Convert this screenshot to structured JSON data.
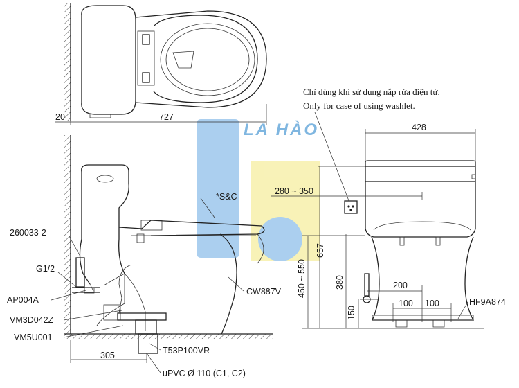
{
  "watermark": "LA HÀO",
  "note_vi": "Chỉ dùng khi sử dụng nắp rửa điện tử.",
  "note_en": "Only for case of using washlet.",
  "dimensions": {
    "wall_gap": "20",
    "length": "727",
    "width": "428",
    "rough_in": "305",
    "hose_range": "280 ~ 350",
    "seat_height": "450 ~ 550",
    "total_height": "657",
    "outlet_height": "380",
    "supply_height": "150",
    "pos_200": "200",
    "pos_100_left": "100",
    "pos_100_right": "100"
  },
  "parts": {
    "p260033": "260033-2",
    "g12": "G1/2",
    "ap004a": "AP004A",
    "vm3d": "VM3D042Z",
    "vm5u": "VM5U001",
    "sc": "*S&C",
    "cw887v": "CW887V",
    "t53": "T53P100VR",
    "upvc": "uPVC Ø 110 (C1, C2)",
    "hf9a": "HF9A874"
  },
  "colors": {
    "wm_blue": "#8fc0ea",
    "wm_yellow": "#f6eea0"
  }
}
